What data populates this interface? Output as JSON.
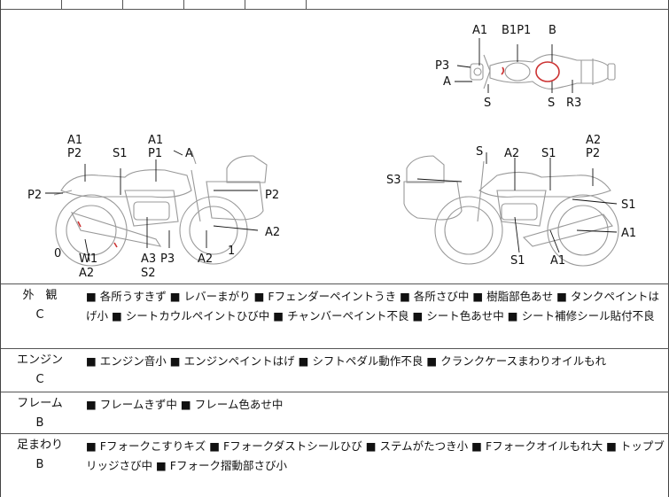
{
  "top_mark": "",
  "diagram": {
    "top_view_labels": [
      "A1",
      "B1P1",
      "B",
      "P3",
      "A",
      "S",
      "S",
      "R3"
    ],
    "left_view_labels": [
      "A1",
      "P2",
      "S1",
      "A1",
      "P1",
      "A",
      "P2",
      "P2",
      "A2",
      "0",
      "W1",
      "A2",
      "A3",
      "S2",
      "P3",
      "A2",
      "1"
    ],
    "right_view_labels": [
      "S",
      "A2",
      "S1",
      "A2",
      "P2",
      "S3",
      "S1",
      "A1",
      "S1",
      "A1"
    ]
  },
  "rows": [
    {
      "category": "外　観",
      "grade": "C",
      "items": [
        "各所うすきず",
        "レバーまがり",
        "Fフェンダーペイントうき",
        "各所さび中",
        "樹脂部色あせ",
        "タンクペイントはげ小",
        "シートカウルペイントひび中",
        "チャンバーペイント不良",
        "シート色あせ中",
        "シート補修シール貼付不良"
      ]
    },
    {
      "category": "エンジン",
      "grade": "C",
      "items": [
        "エンジン音小",
        "エンジンペイントはげ",
        "シフトペダル動作不良",
        "クランクケースまわりオイルもれ"
      ]
    },
    {
      "category": "フレーム",
      "grade": "B",
      "items": [
        "フレームきず中",
        "フレーム色あせ中"
      ]
    },
    {
      "category": "足まわり",
      "grade": "B",
      "items": [
        "Fフォークこすりキズ",
        "Fフォークダストシールひび",
        "ステムがたつき小",
        "Fフォークオイルもれ大",
        "トップブリッジさび中",
        "Fフォーク摺動部さび小"
      ]
    }
  ]
}
